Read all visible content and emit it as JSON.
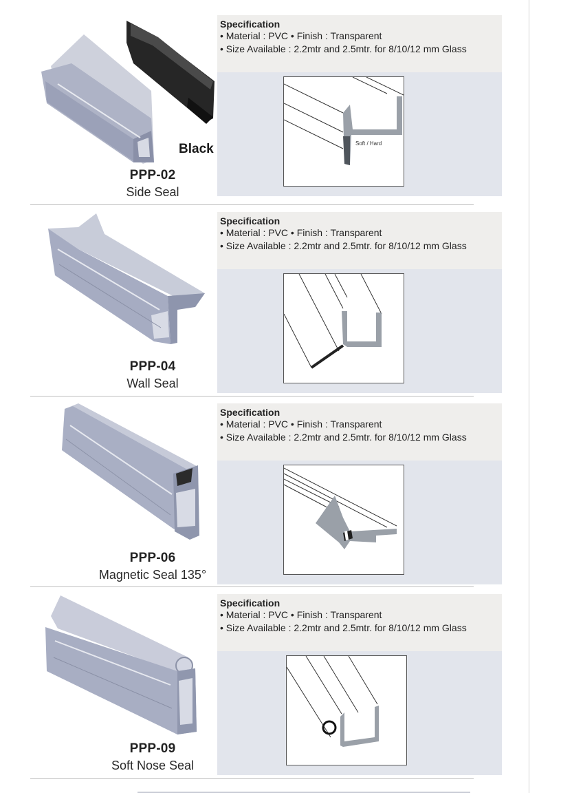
{
  "products": [
    {
      "code": "PPP-02",
      "name": "Side Seal",
      "color_label": "Black",
      "spec_title": "Specification",
      "spec_line1": "• Material : PVC  • Finish : Transparent",
      "spec_line2": "• Size Available : 2.2mtr and 2.5mtr. for 8/10/12 mm Glass",
      "diagram_label": "Soft / Hard"
    },
    {
      "code": "PPP-04",
      "name": "Wall Seal",
      "spec_title": "Specification",
      "spec_line1": "• Material : PVC  • Finish : Transparent",
      "spec_line2": "• Size Available : 2.2mtr and 2.5mtr. for 8/10/12 mm Glass"
    },
    {
      "code": "PPP-06",
      "name": "Magnetic Seal 135°",
      "spec_title": "Specification",
      "spec_line1": "• Material : PVC  • Finish : Transparent",
      "spec_line2": "• Size Available : 2.2mtr and 2.5mtr. for 8/10/12 mm Glass"
    },
    {
      "code": "PPP-09",
      "name": "Soft Nose Seal",
      "spec_title": "Specification",
      "spec_line1": "• Material : PVC  • Finish : Transparent",
      "spec_line2": "• Size Available : 2.2mtr and 2.5mtr. for 8/10/12 mm Glass"
    }
  ]
}
